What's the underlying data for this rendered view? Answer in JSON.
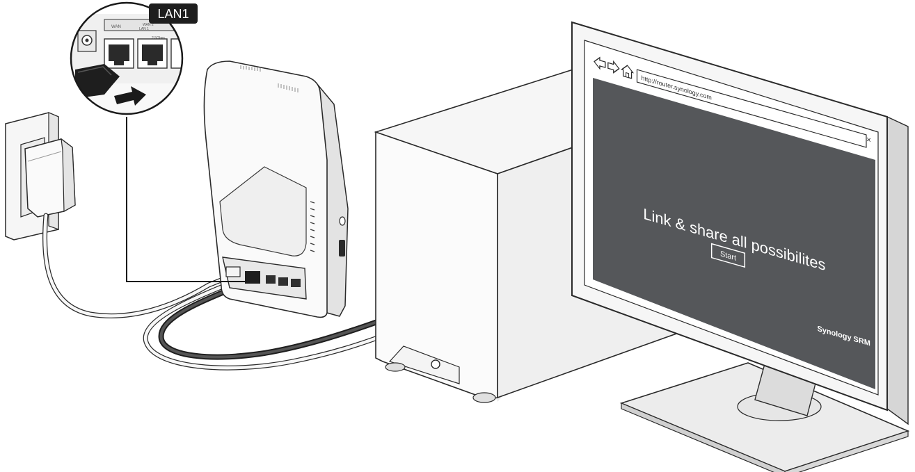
{
  "callout": {
    "port_label": "LAN1",
    "panel_tag_wan": "WAN",
    "panel_tag_wan2": "WAN 2",
    "panel_tag_lan1": "LAN 1",
    "panel_tag_bridge": "2.5Gbps"
  },
  "browser": {
    "url": "http://router.synology.com",
    "close_glyph": "×",
    "headline": "Link & share all possibilites",
    "start_button": "Start"
  },
  "monitor": {
    "brand_logo": "Synology SRM"
  },
  "colors": {
    "screen_bg": "#55575a",
    "outline": "#2a2a2a",
    "device_fill": "#f4f4f4",
    "shadow_fill": "#e2e2e2",
    "label_bg": "#1e1e1e"
  }
}
